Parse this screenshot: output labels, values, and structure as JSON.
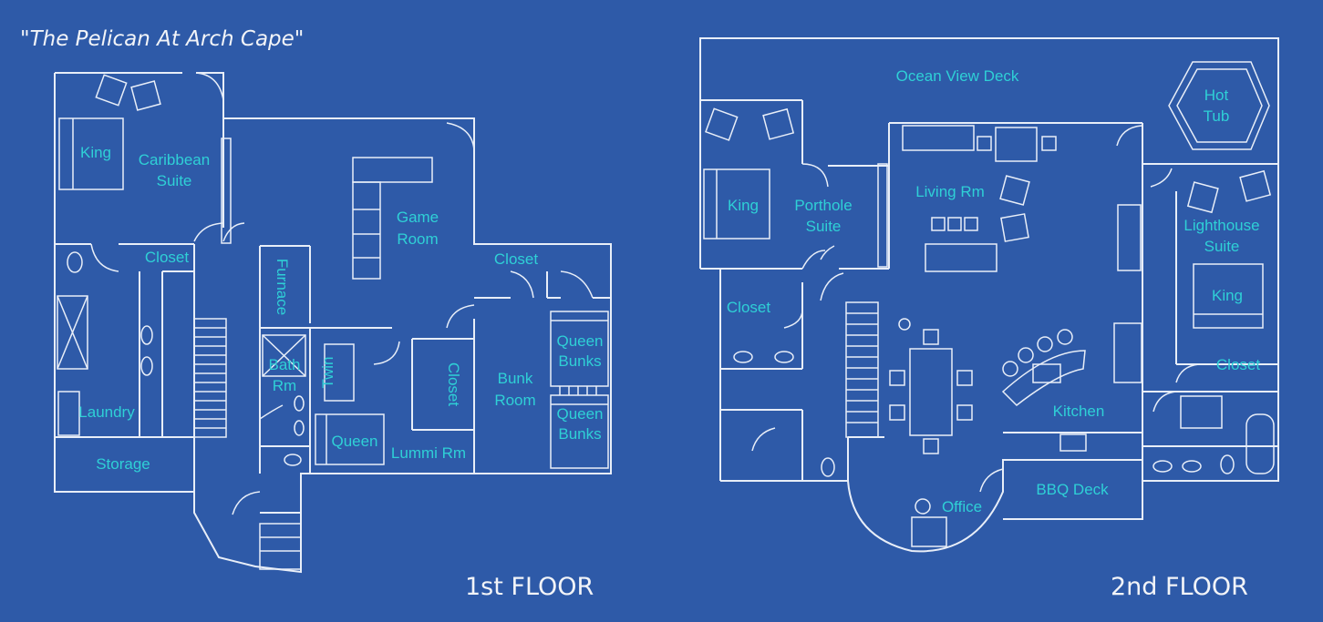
{
  "title": "\"The Pelican At Arch Cape\"",
  "floor1": {
    "label": "1st FLOOR",
    "rooms": {
      "king": "King",
      "caribbean_1": "Caribbean",
      "caribbean_2": "Suite",
      "game_1": "Game",
      "game_2": "Room",
      "closet_a": "Closet",
      "closet_b": "Closet",
      "closet_c": "Closet",
      "furnace": "Furnace",
      "bath_1": "Bath",
      "bath_2": "Rm",
      "twin": "Twin",
      "bunk_1": "Bunk",
      "bunk_2": "Room",
      "qb1_1": "Queen",
      "qb1_2": "Bunks",
      "qb2_1": "Queen",
      "qb2_2": "Bunks",
      "laundry": "Laundry",
      "storage": "Storage",
      "queen": "Queen",
      "lummi": "Lummi Rm"
    }
  },
  "floor2": {
    "label": "2nd FLOOR",
    "rooms": {
      "deck": "Ocean View Deck",
      "hot_1": "Hot",
      "hot_2": "Tub",
      "king_a": "King",
      "porthole_1": "Porthole",
      "porthole_2": "Suite",
      "living": "Living Rm",
      "light_1": "Lighthouse",
      "light_2": "Suite",
      "king_b": "King",
      "closet_a": "Closet",
      "closet_b": "Closet",
      "kitchen": "Kitchen",
      "bbq": "BBQ Deck",
      "office": "Office"
    }
  }
}
